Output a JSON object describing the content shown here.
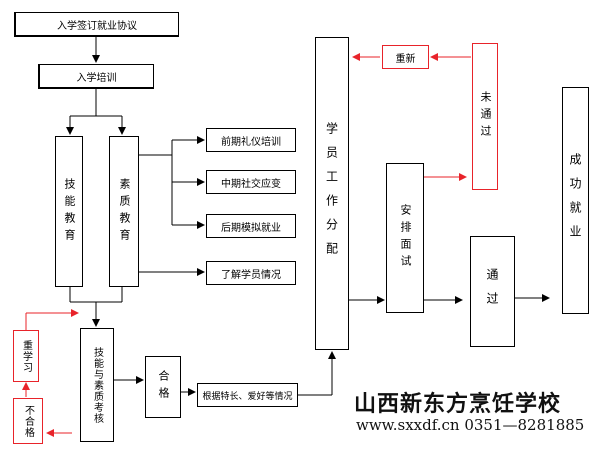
{
  "boxes": {
    "agreement": "入学签订就业协议",
    "training": "入学培训",
    "skill_edu": "技能教育",
    "quality_edu": "素质教育",
    "early": "前期礼仪培训",
    "mid": "中期社交应变",
    "late": "后期模拟就业",
    "understand": "了解学员情况",
    "assessment": "技能与素质考核",
    "qualified": "合格",
    "by_specialty": "根据特长、爱好等情况",
    "relearn": "重学习",
    "unqualified": "不合格",
    "assignment": "学员工作分配",
    "interview": "安排面试",
    "passed": "通过",
    "not_passed": "未通过",
    "redo": "重新",
    "success": "成功就业"
  },
  "brand": {
    "name": "山西新东方烹饪学校",
    "contact": "www.sxxdf.cn 0351—8281885"
  },
  "colors": {
    "line": "#000000",
    "feedback": "#e8232a"
  }
}
